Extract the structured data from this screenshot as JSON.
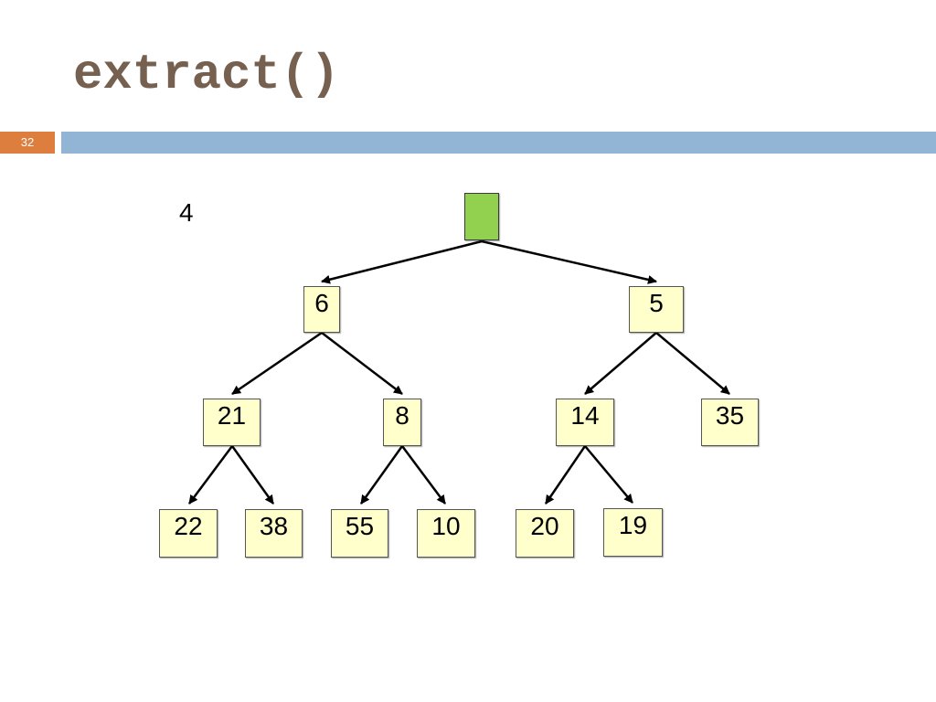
{
  "slide": {
    "title": "extract()",
    "slide_number": "32",
    "side_value": "4"
  },
  "colors": {
    "title": "#76604f",
    "slide_number_box": "#dd7e3e",
    "header_bar": "#93b5d5",
    "node_fill": "#ffffcc",
    "root_fill": "#92d050"
  },
  "tree": {
    "root": "",
    "level1": [
      "6",
      "5"
    ],
    "level2": [
      "21",
      "8",
      "14",
      "35"
    ],
    "level3": [
      "22",
      "38",
      "55",
      "10",
      "20",
      "19"
    ]
  }
}
